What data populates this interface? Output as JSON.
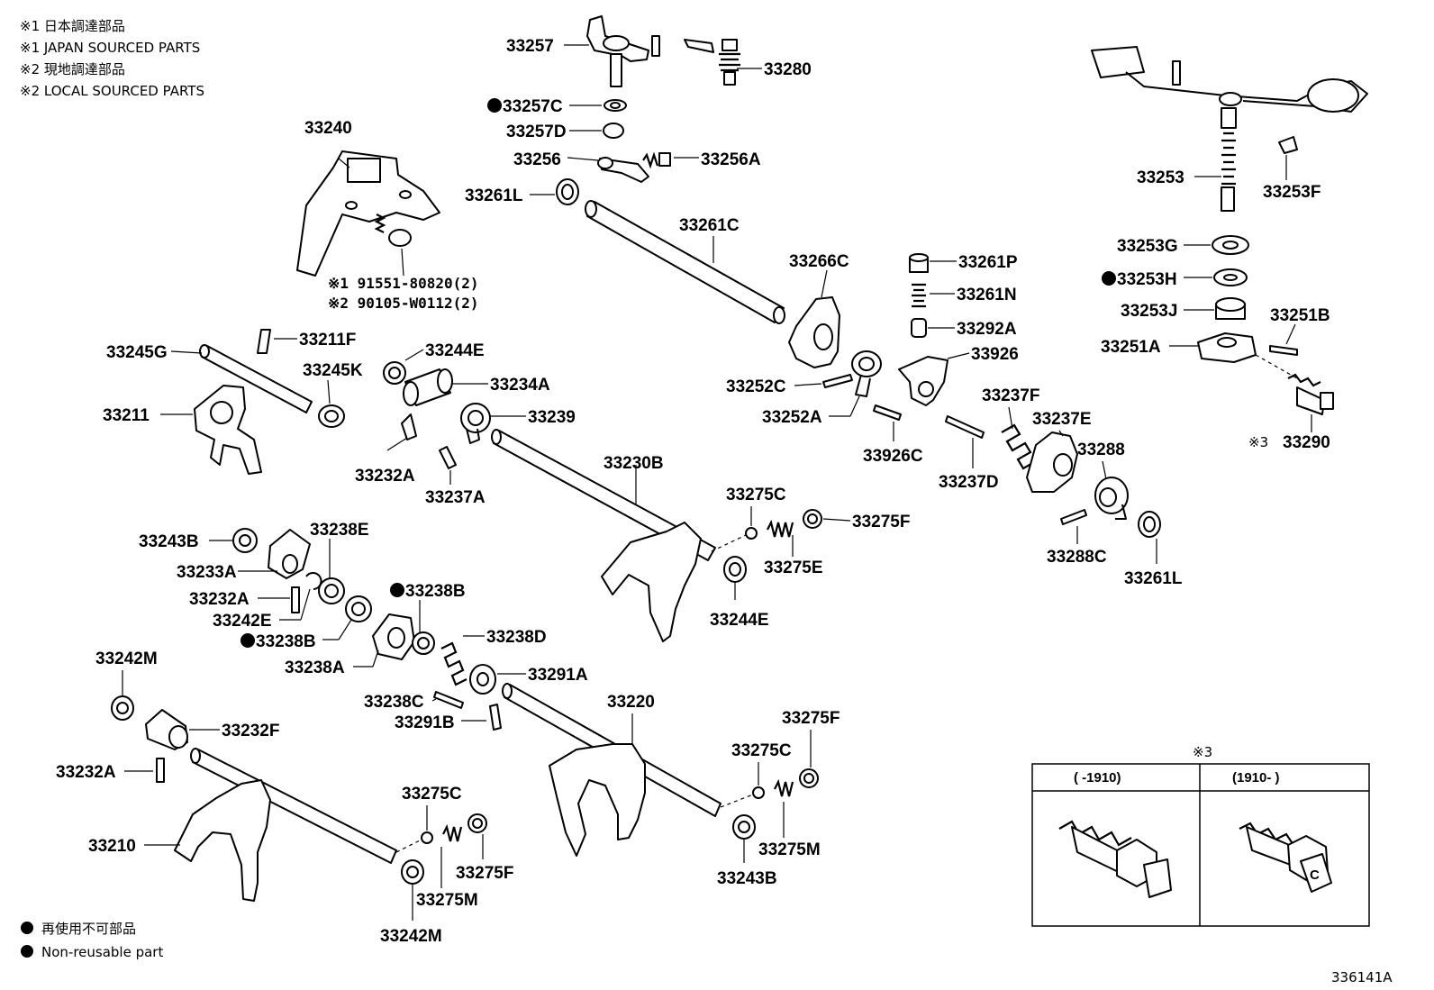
{
  "legend": {
    "line1": "※1 日本調達部品",
    "line2": "※1 JAPAN SOURCED PARTS",
    "line3": "※2 現地調達部品",
    "line4": "※2 LOCAL SOURCED PARTS"
  },
  "footer": {
    "line1": "再使用不可部品",
    "line2": "Non-reusable part",
    "code": "336141A"
  },
  "fasteners": {
    "f1": "※1 91551-80820(2)",
    "f2": "※2 90105-W0112(2)"
  },
  "inset": {
    "mark": "※3",
    "left_header": "(     -1910)",
    "right_header": "(1910-     )"
  },
  "labels": {
    "l33257": "33257",
    "l33280": "33280",
    "l33257C": "33257C",
    "l33257D": "33257D",
    "l33256": "33256",
    "l33256A": "33256A",
    "l33261L_top": "33261L",
    "l33261C": "33261C",
    "l33240": "33240",
    "l33253": "33253",
    "l33253F": "33253F",
    "l33253G": "33253G",
    "l33253H": "33253H",
    "l33253J": "33253J",
    "l33251B": "33251B",
    "l33251A": "33251A",
    "l33290": "33290",
    "l33290_mark": "※3",
    "l33266C": "33266C",
    "l33261P": "33261P",
    "l33261N": "33261N",
    "l33292A": "33292A",
    "l33926": "33926",
    "l33252C": "33252C",
    "l33252A": "33252A",
    "l33926C": "33926C",
    "l33237F": "33237F",
    "l33237E": "33237E",
    "l33237D": "33237D",
    "l33288": "33288",
    "l33288C": "33288C",
    "l33261L_right": "33261L",
    "l33245G": "33245G",
    "l33211F": "33211F",
    "l33245K": "33245K",
    "l33211": "33211",
    "l33244E_top": "33244E",
    "l33234A": "33234A",
    "l33239": "33239",
    "l33232A_mid": "33232A",
    "l33237A": "33237A",
    "l33230B": "33230B",
    "l33275C_top": "33275C",
    "l33275F_top": "33275F",
    "l33275E": "33275E",
    "l33244E_bottom": "33244E",
    "l33243B_top": "33243B",
    "l33233A": "33233A",
    "l33238E": "33238E",
    "l33232A_left": "33232A",
    "l33242E": "33242E",
    "l33238B_left": "33238B",
    "l33238B_right": "33238B",
    "l33238A": "33238A",
    "l33238D": "33238D",
    "l33291A": "33291A",
    "l33238C": "33238C",
    "l33291B": "33291B",
    "l33220": "33220",
    "l33275F_mid": "33275F",
    "l33275C_mid": "33275C",
    "l33242M_top": "33242M",
    "l33232F": "33232F",
    "l33232A_low": "33232A",
    "l33210": "33210",
    "l33275C_low": "33275C",
    "l33275F_low": "33275F",
    "l33275M_low": "33275M",
    "l33242M_bottom": "33242M",
    "l33275M_mid": "33275M",
    "l33243B_bottom": "33243B"
  }
}
